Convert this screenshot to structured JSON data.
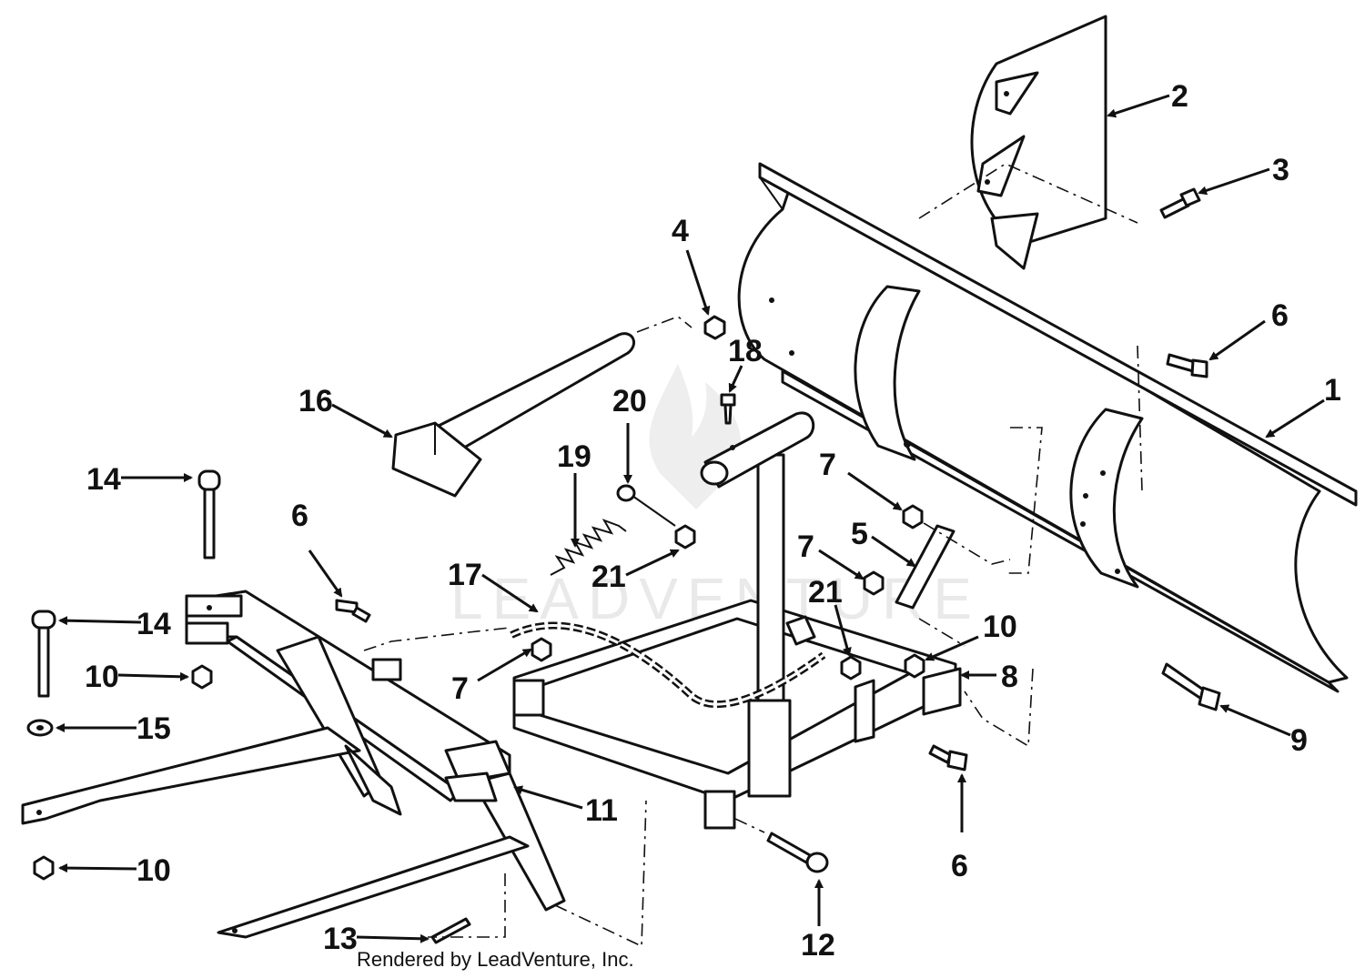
{
  "diagram": {
    "callouts": [
      {
        "id": "c1",
        "label": "1"
      },
      {
        "id": "c2",
        "label": "2"
      },
      {
        "id": "c3",
        "label": "3"
      },
      {
        "id": "c4",
        "label": "4"
      },
      {
        "id": "c5",
        "label": "5"
      },
      {
        "id": "c6a",
        "label": "6"
      },
      {
        "id": "c6b",
        "label": "6"
      },
      {
        "id": "c6c",
        "label": "6"
      },
      {
        "id": "c7a",
        "label": "7"
      },
      {
        "id": "c7b",
        "label": "7"
      },
      {
        "id": "c7c",
        "label": "7"
      },
      {
        "id": "c8",
        "label": "8"
      },
      {
        "id": "c9",
        "label": "9"
      },
      {
        "id": "c10a",
        "label": "10"
      },
      {
        "id": "c10b",
        "label": "10"
      },
      {
        "id": "c10c",
        "label": "10"
      },
      {
        "id": "c11",
        "label": "11"
      },
      {
        "id": "c12",
        "label": "12"
      },
      {
        "id": "c13",
        "label": "13"
      },
      {
        "id": "c14a",
        "label": "14"
      },
      {
        "id": "c14b",
        "label": "14"
      },
      {
        "id": "c15",
        "label": "15"
      },
      {
        "id": "c16",
        "label": "16"
      },
      {
        "id": "c17",
        "label": "17"
      },
      {
        "id": "c18",
        "label": "18"
      },
      {
        "id": "c19",
        "label": "19"
      },
      {
        "id": "c20",
        "label": "20"
      },
      {
        "id": "c21a",
        "label": "21"
      },
      {
        "id": "c21b",
        "label": "21"
      }
    ],
    "credit": "Rendered by LeadVenture, Inc.",
    "watermark": "LEADVENTURE"
  }
}
